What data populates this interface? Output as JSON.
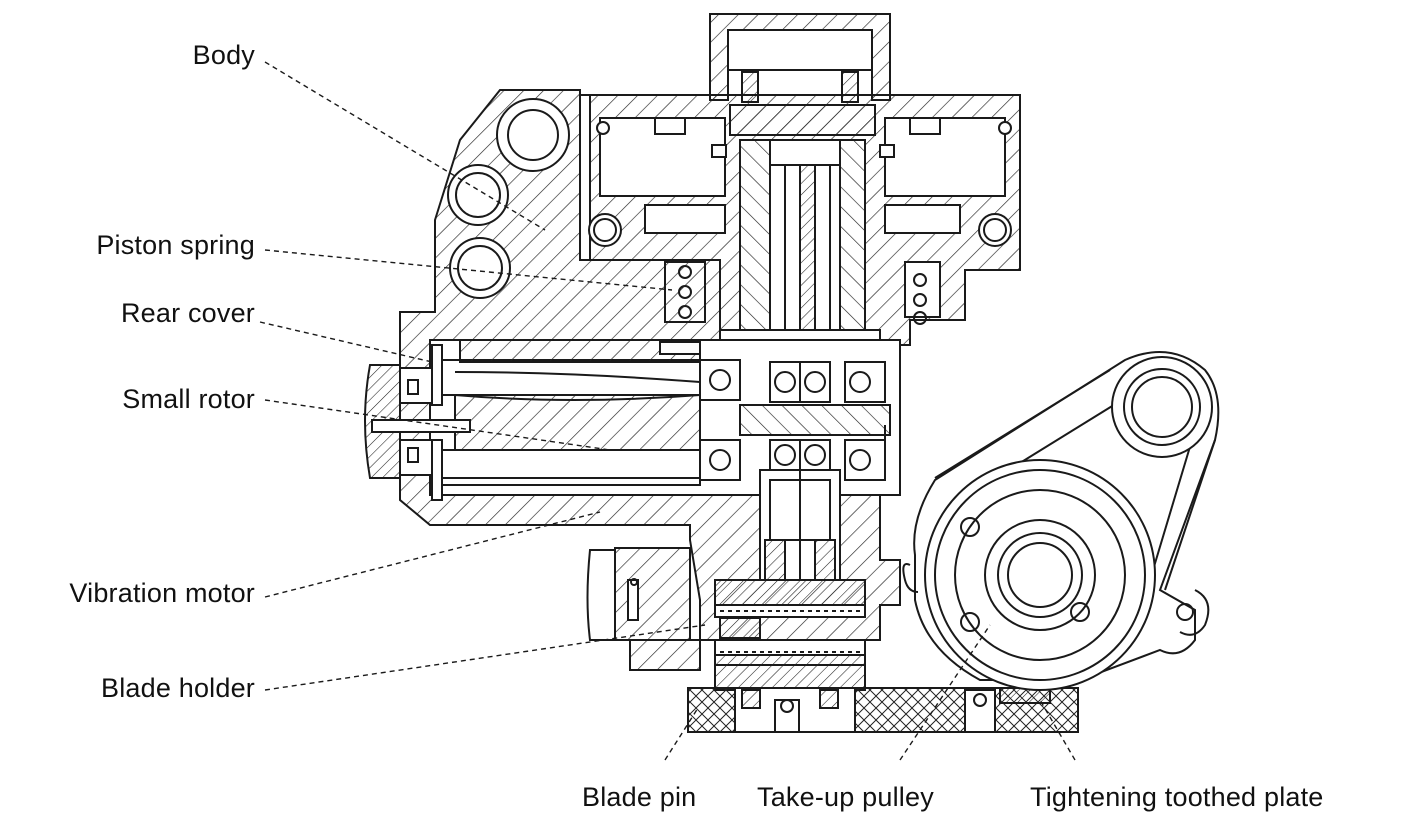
{
  "labels": {
    "body": "Body",
    "piston_spring": "Piston spring",
    "rear_cover": "Rear cover",
    "small_rotor": "Small rotor",
    "vibration_motor": "Vibration motor",
    "blade_holder": "Blade holder",
    "blade_pin": "Blade pin",
    "take_up_pulley": "Take-up pulley",
    "tightening_toothed_plate": "Tightening toothed plate"
  },
  "colors": {
    "ink": "#1a1a1a",
    "background": "#ffffff"
  }
}
